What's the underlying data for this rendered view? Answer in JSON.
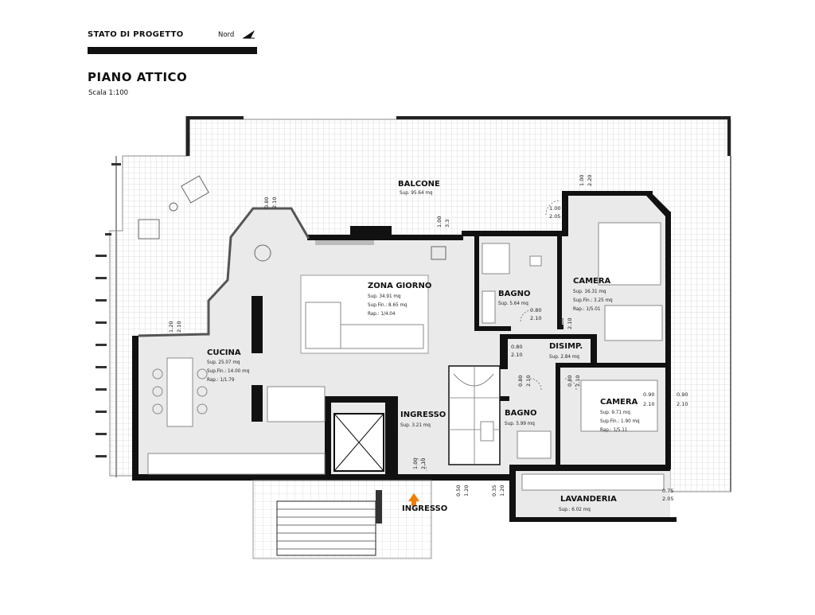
{
  "header": {
    "title": "STATO DI PROGETTO",
    "north_label": "Nord",
    "north_icon": "north-arrow-icon"
  },
  "plan": {
    "title": "PIANO ATTICO",
    "scale": "Scala 1:100"
  },
  "rooms": {
    "balcone": {
      "name": "BALCONE",
      "area": "Sup. 95.64 mq"
    },
    "zona_giorno": {
      "name": "ZONA GIORNO",
      "area": "Sup. 34.91 mq",
      "window": "Sup.Fin.: 8.65 mq",
      "ratio": "Rap.: 1/4.04"
    },
    "cucina": {
      "name": "CUCINA",
      "area": "Sup. 25.07 mq",
      "window": "Sup.Fin.: 14.00 mq",
      "ratio": "Rap.: 1/1.79"
    },
    "bagno1": {
      "name": "BAGNO",
      "area": "Sup. 5.64 mq"
    },
    "camera1": {
      "name": "CAMERA",
      "area": "Sup. 16.31 mq",
      "window": "Sup.Fin.: 3.25 mq",
      "ratio": "Rap.: 1/5.01"
    },
    "disimp": {
      "name": "DISIMP.",
      "area": "Sup. 2.84 mq"
    },
    "camera2": {
      "name": "CAMERA",
      "area": "Sup. 9.71 mq",
      "window": "Sup.Fin.: 1.90 mq",
      "ratio": "Rap.: 1/5.11"
    },
    "bagno2": {
      "name": "BAGNO",
      "area": "Sup. 5.99 mq"
    },
    "ingresso": {
      "name": "INGRESSO",
      "area": "Sup. 3.21 mq"
    },
    "ingresso_main": {
      "name": "INGRESSO"
    },
    "lavanderia": {
      "name": "LAVANDERIA",
      "area": "Sup.: 6.02 mq"
    }
  },
  "dimensions": {
    "d1": {
      "w": "0.80",
      "h": "2.10"
    },
    "d2": {
      "w": "1.00",
      "h": "3.3"
    },
    "d3": {
      "w": "1.00",
      "h": "2.20"
    },
    "d4": {
      "w": "1.00",
      "h": "2.05"
    },
    "d5": {
      "w": "1.20",
      "h": "2.10"
    },
    "d6": {
      "w": "0.80",
      "h": "2.10"
    },
    "d7": {
      "w": "0.80",
      "h": "2.10"
    },
    "d8": {
      "w": "0.80",
      "h": "2.10"
    },
    "d9": {
      "w": "0.80",
      "h": "2.10"
    },
    "d10": {
      "w": "0.80",
      "h": "2.10"
    },
    "d11": {
      "w": "0.90",
      "h": "2.10"
    },
    "d12": {
      "w": "0.90",
      "h": "2.10"
    },
    "d13": {
      "w": "1.00",
      "h": "2.10"
    },
    "d14": {
      "w": "0.50",
      "h": "1.20"
    },
    "d15": {
      "w": "0.35",
      "h": "1.20"
    },
    "d16": {
      "w": "0.75",
      "h": "2.05"
    }
  },
  "colors": {
    "wall": "#111111",
    "floor_interior": "#e9e9e9",
    "tile_grid": "#bdbdbd",
    "entry_arrow": "#f07d00"
  }
}
